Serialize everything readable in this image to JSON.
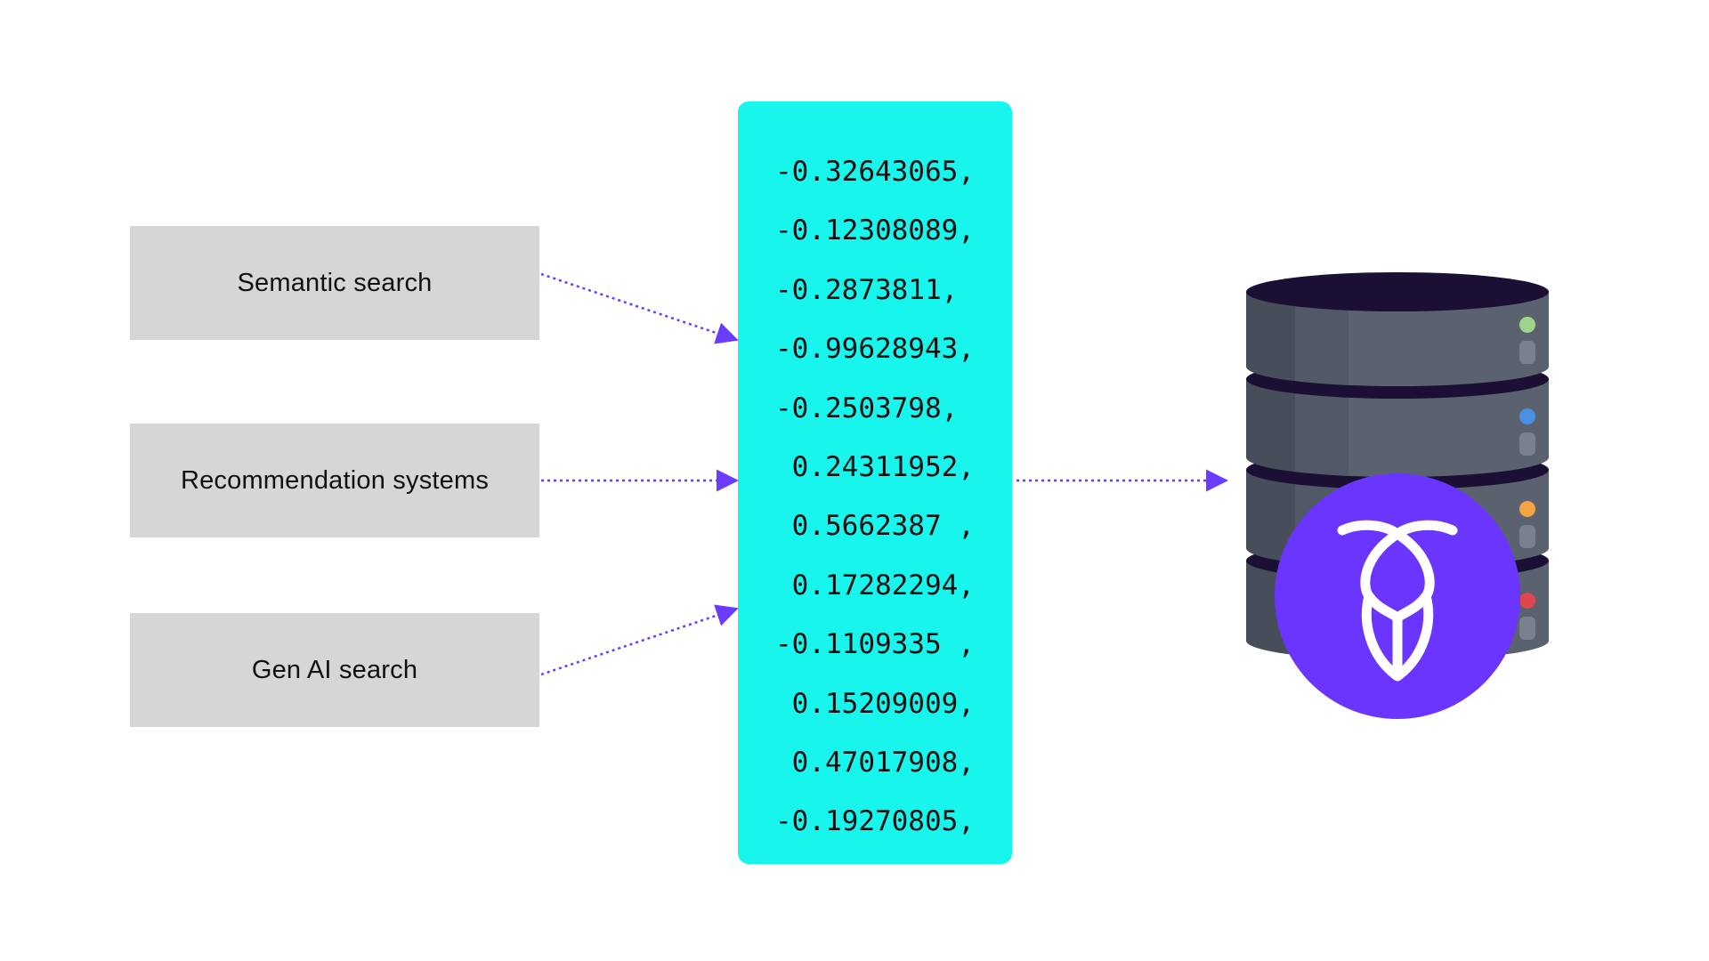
{
  "use_cases": [
    {
      "label": "Semantic search"
    },
    {
      "label": "Recommendation systems"
    },
    {
      "label": "Gen AI search"
    }
  ],
  "vector": [
    "-0.32643065,",
    "-0.12308089,",
    "-0.2873811,",
    "-0.99628943,",
    "-0.2503798,",
    " 0.24311952,",
    " 0.5662387 ,",
    " 0.17282294,",
    "-0.1109335 ,",
    " 0.15209009,",
    " 0.47017908,",
    "-0.19270805,"
  ],
  "colors": {
    "background": "#ffffff",
    "use_box": "#d6d6d6",
    "vector_panel": "#18f5ec",
    "arrow": "#6a3cff",
    "db_top": "#1b1033",
    "db_body": "#5a6270",
    "db_body_dark": "#474e5a",
    "logo_circle": "#6a35ff",
    "led_green": "#9ed48a",
    "led_blue": "#4a90e2",
    "led_orange": "#f5a443",
    "led_red": "#e0474c"
  },
  "icons": {
    "database": "database-server-icon",
    "logo": "cockroach-logo-icon"
  }
}
